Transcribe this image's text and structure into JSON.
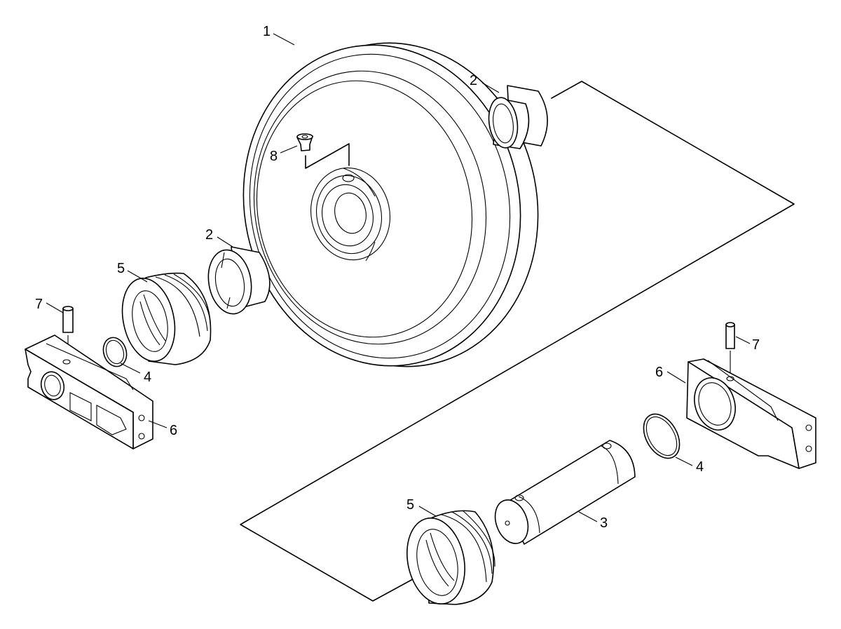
{
  "callouts": {
    "c1": "1",
    "c2a": "2",
    "c2b": "2",
    "c3": "3",
    "c4a": "4",
    "c4b": "4",
    "c5a": "5",
    "c5b": "5",
    "c6a": "6",
    "c6b": "6",
    "c7a": "7",
    "c7b": "7",
    "c8": "8"
  }
}
